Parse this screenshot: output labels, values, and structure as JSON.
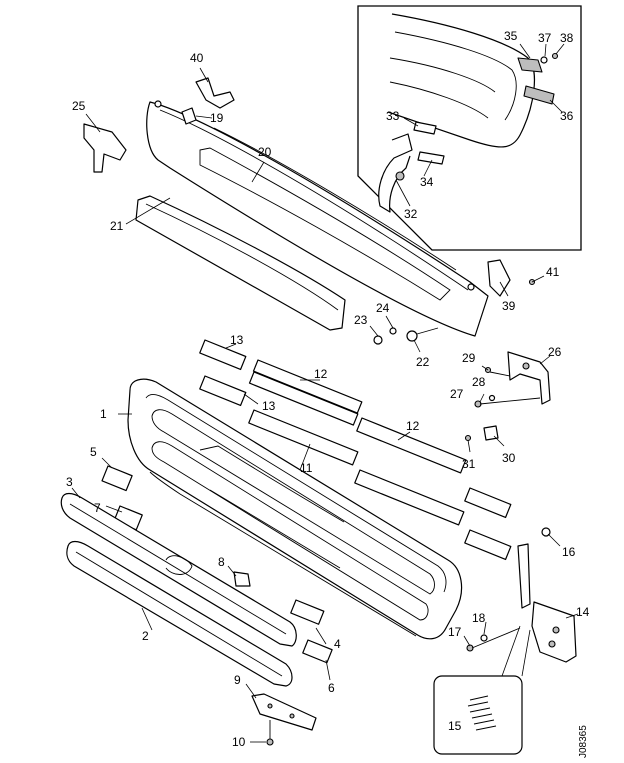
{
  "diagram": {
    "reference_code": "J08365",
    "callouts": [
      "1",
      "2",
      "3",
      "4",
      "5",
      "6",
      "7",
      "8",
      "9",
      "10",
      "11",
      "12",
      "12",
      "13",
      "13",
      "14",
      "15",
      "16",
      "17",
      "18",
      "19",
      "20",
      "21",
      "22",
      "23",
      "24",
      "25",
      "26",
      "27",
      "28",
      "29",
      "30",
      "31",
      "32",
      "33",
      "34",
      "35",
      "36",
      "37",
      "38",
      "39",
      "40",
      "41"
    ]
  },
  "colors": {
    "line": "#000000",
    "background": "#ffffff",
    "shade": "#bdbdbd"
  }
}
